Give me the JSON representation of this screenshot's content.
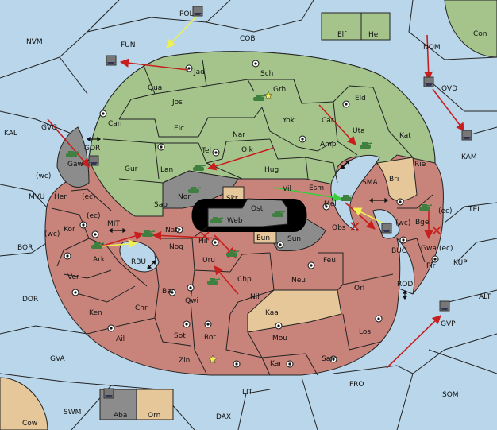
{
  "colors": {
    "sea": "#b9d6ea",
    "green": "#a4c48c",
    "red": "#c8847a",
    "tan": "#e6c79a",
    "gray": "#8c8c8c",
    "black": "#000000",
    "order_red": "#c81e1e",
    "order_yellow": "#f0f050",
    "order_green": "#3ccc3c",
    "unit": "#3f7f3f"
  },
  "sea_labels": [
    {
      "id": "pol",
      "text": "POL"
    },
    {
      "id": "nvm",
      "text": "NVM"
    },
    {
      "id": "fun",
      "text": "FUN"
    },
    {
      "id": "cob",
      "text": "COB"
    },
    {
      "id": "nom",
      "text": "NOM"
    },
    {
      "id": "con",
      "text": "Con"
    },
    {
      "id": "ovd",
      "text": "OVD"
    },
    {
      "id": "kal",
      "text": "KAL"
    },
    {
      "id": "gvg",
      "text": "GVG"
    },
    {
      "id": "gor",
      "text": "GOR"
    },
    {
      "id": "kam",
      "text": "KAM"
    },
    {
      "id": "mvu",
      "text": "MVU"
    },
    {
      "id": "sma",
      "text": "SMA"
    },
    {
      "id": "tei",
      "text": "TEI"
    },
    {
      "id": "bor",
      "text": "BOR"
    },
    {
      "id": "mit",
      "text": "MIT"
    },
    {
      "id": "rbu",
      "text": "RBU"
    },
    {
      "id": "buc",
      "text": "BUC"
    },
    {
      "id": "kup",
      "text": "KUP"
    },
    {
      "id": "dor",
      "text": "DOR"
    },
    {
      "id": "rod",
      "text": "ROD"
    },
    {
      "id": "alt",
      "text": "ALT"
    },
    {
      "id": "gvp",
      "text": "GVP"
    },
    {
      "id": "gva",
      "text": "GVA"
    },
    {
      "id": "fro",
      "text": "FRO"
    },
    {
      "id": "lit",
      "text": "LIT"
    },
    {
      "id": "som",
      "text": "SOM"
    },
    {
      "id": "swm",
      "text": "SWM"
    },
    {
      "id": "dax",
      "text": "DAX"
    },
    {
      "id": "cow",
      "text": "Cow"
    }
  ],
  "land_labels": [
    {
      "id": "jad",
      "text": "Jad"
    },
    {
      "id": "sch",
      "text": "Sch"
    },
    {
      "id": "qua",
      "text": "Qua"
    },
    {
      "id": "grh",
      "text": "Grh"
    },
    {
      "id": "jos",
      "text": "Jos"
    },
    {
      "id": "eld",
      "text": "Eld"
    },
    {
      "id": "can",
      "text": "Can"
    },
    {
      "id": "yok",
      "text": "Yok"
    },
    {
      "id": "car",
      "text": "Car"
    },
    {
      "id": "elc",
      "text": "Elc"
    },
    {
      "id": "nar",
      "text": "Nar"
    },
    {
      "id": "uta",
      "text": "Uta"
    },
    {
      "id": "kat",
      "text": "Kat"
    },
    {
      "id": "amp",
      "text": "Amp"
    },
    {
      "id": "olk",
      "text": "Olk"
    },
    {
      "id": "tel",
      "text": "Tel"
    },
    {
      "id": "gur",
      "text": "Gur"
    },
    {
      "id": "lan",
      "text": "Lan"
    },
    {
      "id": "hug",
      "text": "Hug"
    },
    {
      "id": "gaw",
      "text": "Gaw"
    },
    {
      "id": "rie",
      "text": "Rie"
    },
    {
      "id": "bri",
      "text": "Bri"
    },
    {
      "id": "esm",
      "text": "Esm"
    },
    {
      "id": "vil",
      "text": "Vil"
    },
    {
      "id": "nor",
      "text": "Nor"
    },
    {
      "id": "skr",
      "text": "Skr"
    },
    {
      "id": "ost",
      "text": "Ost"
    },
    {
      "id": "sap",
      "text": "Sap"
    },
    {
      "id": "web",
      "text": "Web"
    },
    {
      "id": "mel",
      "text": "Mel"
    },
    {
      "id": "her",
      "text": "Her"
    },
    {
      "id": "kor",
      "text": "Kor"
    },
    {
      "id": "nab",
      "text": "Nab"
    },
    {
      "id": "obs",
      "text": "Obs"
    },
    {
      "id": "eun",
      "text": "Eun"
    },
    {
      "id": "sun",
      "text": "Sun"
    },
    {
      "id": "hil",
      "text": "Hil"
    },
    {
      "id": "nog",
      "text": "Nog"
    },
    {
      "id": "ark",
      "text": "Ark"
    },
    {
      "id": "bge",
      "text": "Bge"
    },
    {
      "id": "gwa",
      "text": "Gwa"
    },
    {
      "id": "uru",
      "text": "Uru"
    },
    {
      "id": "feu",
      "text": "Feu"
    },
    {
      "id": "ver",
      "text": "Ver"
    },
    {
      "id": "chp",
      "text": "Chp"
    },
    {
      "id": "neu",
      "text": "Neu"
    },
    {
      "id": "pir",
      "text": "Pir"
    },
    {
      "id": "bar",
      "text": "Bar"
    },
    {
      "id": "qwi",
      "text": "Qwi"
    },
    {
      "id": "ken",
      "text": "Ken"
    },
    {
      "id": "nil",
      "text": "Nil"
    },
    {
      "id": "orl",
      "text": "Orl"
    },
    {
      "id": "chr",
      "text": "Chr"
    },
    {
      "id": "kaa",
      "text": "Kaa"
    },
    {
      "id": "ail",
      "text": "Ail"
    },
    {
      "id": "sot",
      "text": "Sot"
    },
    {
      "id": "rot",
      "text": "Rot"
    },
    {
      "id": "mou",
      "text": "Mou"
    },
    {
      "id": "los",
      "text": "Los"
    },
    {
      "id": "zin",
      "text": "Zin"
    },
    {
      "id": "kar",
      "text": "Kar"
    },
    {
      "id": "sam",
      "text": "Sam"
    },
    {
      "id": "elf",
      "text": "Elf"
    },
    {
      "id": "hel",
      "text": "Hel"
    },
    {
      "id": "aba",
      "text": "Aba"
    },
    {
      "id": "orn",
      "text": "Orn"
    }
  ],
  "coast_labels": [
    {
      "id": "wc1",
      "text": "(wc)"
    },
    {
      "id": "ec1",
      "text": "(ec)"
    },
    {
      "id": "ec2",
      "text": "(ec)"
    },
    {
      "id": "wc2",
      "text": "(wc)"
    },
    {
      "id": "wc3",
      "text": "(wc)"
    },
    {
      "id": "ec3",
      "text": "(ec)"
    },
    {
      "id": "ec4",
      "text": "(ec)"
    }
  ]
}
